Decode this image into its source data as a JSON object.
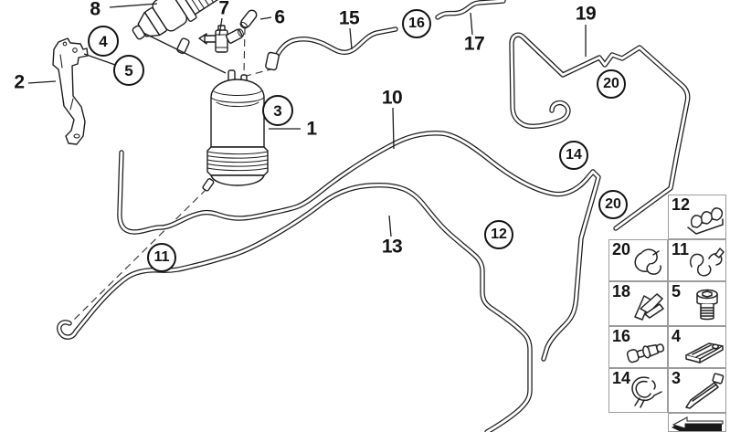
{
  "colors": {
    "background": "#ffffff",
    "line_art": "#1c1c1c",
    "label_text": "#141414",
    "grid_border": "#9c9c9c",
    "arrow_fill": "#181818"
  },
  "diagram": {
    "description": "fuel-filter-pressure-regulator-fuel-lines-parts-diagram",
    "callouts": [
      {
        "text": "8",
        "style": "plain"
      },
      {
        "text": "7",
        "style": "plain"
      },
      {
        "text": "6",
        "style": "plain"
      },
      {
        "text": "15",
        "style": "plain"
      },
      {
        "text": "16",
        "style": "circled"
      },
      {
        "text": "17",
        "style": "plain"
      },
      {
        "text": "19",
        "style": "plain"
      },
      {
        "text": "20",
        "style": "circled"
      },
      {
        "text": "4",
        "style": "circled"
      },
      {
        "text": "5",
        "style": "circled"
      },
      {
        "text": "2",
        "style": "plain"
      },
      {
        "text": "3",
        "style": "circled"
      },
      {
        "text": "1",
        "style": "plain"
      },
      {
        "text": "10",
        "style": "plain"
      },
      {
        "text": "14",
        "style": "circled"
      },
      {
        "text": "20",
        "style": "circled"
      },
      {
        "text": "11",
        "style": "circled"
      },
      {
        "text": "13",
        "style": "plain"
      },
      {
        "text": "12",
        "style": "circled"
      }
    ]
  },
  "legend": {
    "cells": [
      {
        "number": "12",
        "icon": "multi-tube-clip-icon"
      },
      {
        "number": "20",
        "icon": "hose-clip-icon"
      },
      {
        "number": "11",
        "icon": "double-hook-clip-icon"
      },
      {
        "number": "18",
        "icon": "spring-clip-icon"
      },
      {
        "number": "5",
        "icon": "socket-bolt-icon"
      },
      {
        "number": "16",
        "icon": "line-connector-icon"
      },
      {
        "number": "4",
        "icon": "retaining-clip-icon"
      },
      {
        "number": "14",
        "icon": "hose-clamp-icon"
      },
      {
        "number": "3",
        "icon": "cable-tie-icon"
      },
      {
        "number": "",
        "icon": "direction-arrow-icon"
      }
    ]
  }
}
